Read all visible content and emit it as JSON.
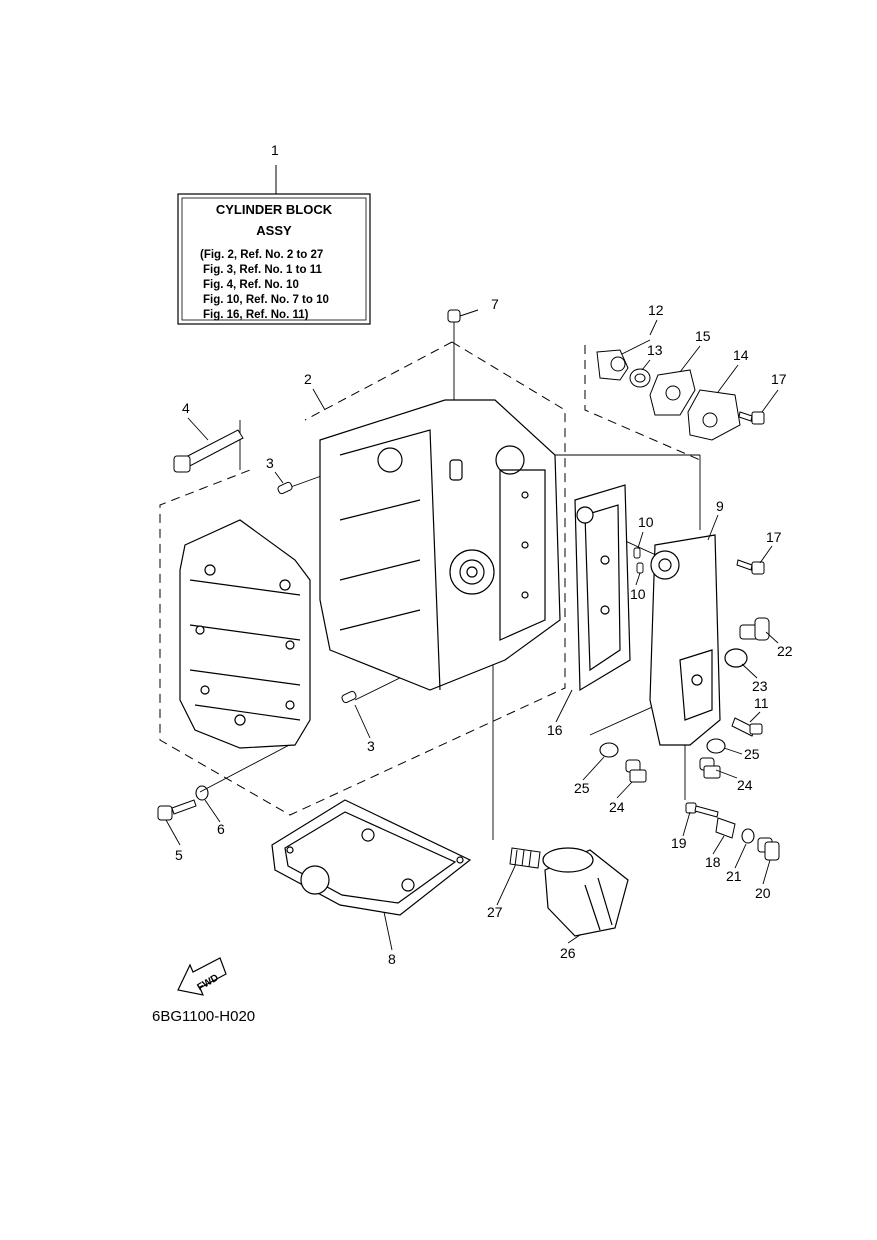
{
  "assy_box": {
    "title_line1": "CYLINDER BLOCK",
    "title_line2": "ASSY",
    "refs": [
      "(Fig. 2, Ref. No. 2 to 27",
      "Fig. 3, Ref. No. 1 to 11",
      "Fig. 4, Ref. No. 10",
      "Fig. 10, Ref. No. 7 to 10",
      "Fig. 16, Ref. No. 11)"
    ]
  },
  "callouts": {
    "c1": "1",
    "c2": "2",
    "c3a": "3",
    "c3b": "3",
    "c4": "4",
    "c5": "5",
    "c6": "6",
    "c7": "7",
    "c8": "8",
    "c9": "9",
    "c10a": "10",
    "c10b": "10",
    "c11": "11",
    "c12": "12",
    "c13": "13",
    "c14": "14",
    "c15": "15",
    "c16": "16",
    "c17a": "17",
    "c17b": "17",
    "c18": "18",
    "c19": "19",
    "c20": "20",
    "c21": "21",
    "c22": "22",
    "c23": "23",
    "c24a": "24",
    "c24b": "24",
    "c25a": "25",
    "c25b": "25",
    "c26": "26",
    "c27": "27"
  },
  "fwd_label": "FWD",
  "diagram_code": "6BG1100-H020"
}
